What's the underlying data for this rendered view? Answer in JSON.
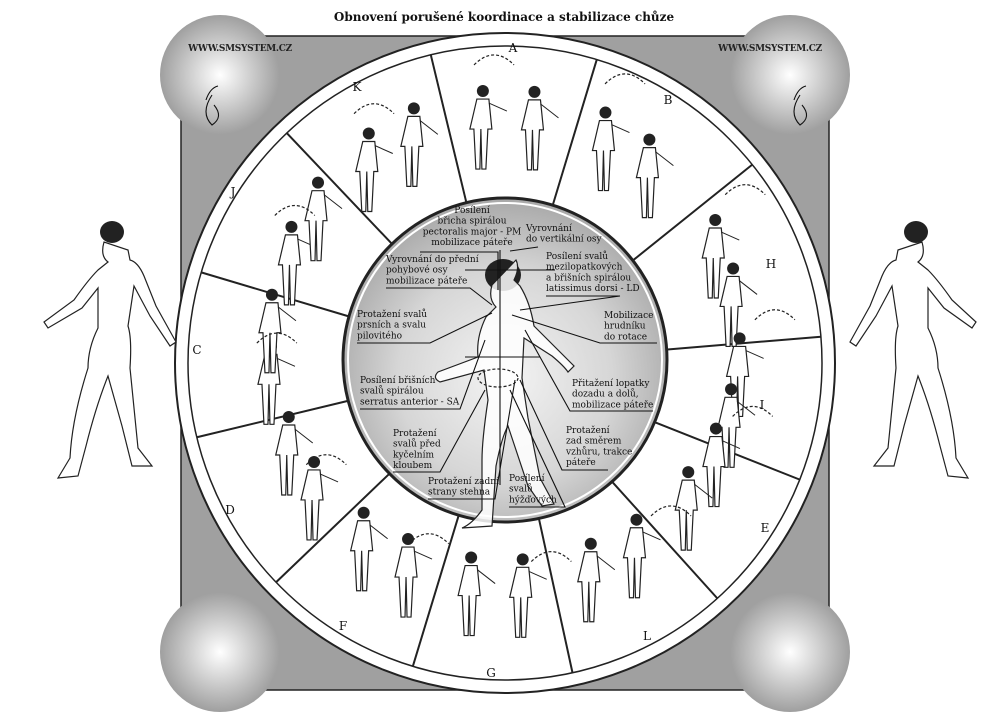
{
  "title": "Obnovení porušené koordinace a stabilizace chůze",
  "watermarks": [
    "WWW.SMSYSTEM.CZ",
    "WWW.SMSYSTEM.CZ"
  ],
  "sectors": [
    "A",
    "B",
    "H",
    "I",
    "E",
    "L",
    "G",
    "F",
    "D",
    "C",
    "J",
    "K"
  ],
  "center_labels": [
    {
      "lines": [
        "Posílení",
        "břicha spirálou",
        "pectoralis major - PM",
        "mobilizace páteře"
      ]
    },
    {
      "lines": [
        "Vyrovnání",
        "do vertikální osy"
      ]
    },
    {
      "lines": [
        "Vyrovnání do přední",
        "pohybové osy",
        "mobilizace páteře"
      ]
    },
    {
      "lines": [
        "Posílení svalů",
        "mezilopatkových",
        "a břišních spirálou",
        "latissimus dorsi - LD"
      ]
    },
    {
      "lines": [
        "Protažení svalů",
        "prsních a svalu",
        "pilovitého"
      ]
    },
    {
      "lines": [
        "Mobilizace",
        "hrudníku",
        "do rotace"
      ]
    },
    {
      "lines": [
        "Posílení břišních",
        "svalů spirálou",
        "serratus anterior - SA"
      ]
    },
    {
      "lines": [
        "Přitažení lopatky",
        "dozadu a dolů,",
        "mobilizace páteře"
      ]
    },
    {
      "lines": [
        "Protažení",
        "svalů před",
        "kyčelním",
        "kloubem"
      ]
    },
    {
      "lines": [
        "Protažení",
        "zad směrem",
        "vzhůru, trakce",
        "páteře"
      ]
    },
    {
      "lines": [
        "Protažení zadní",
        "strany stehna"
      ]
    },
    {
      "lines": [
        "Posílení",
        "svalů",
        "hýžďových"
      ]
    }
  ]
}
